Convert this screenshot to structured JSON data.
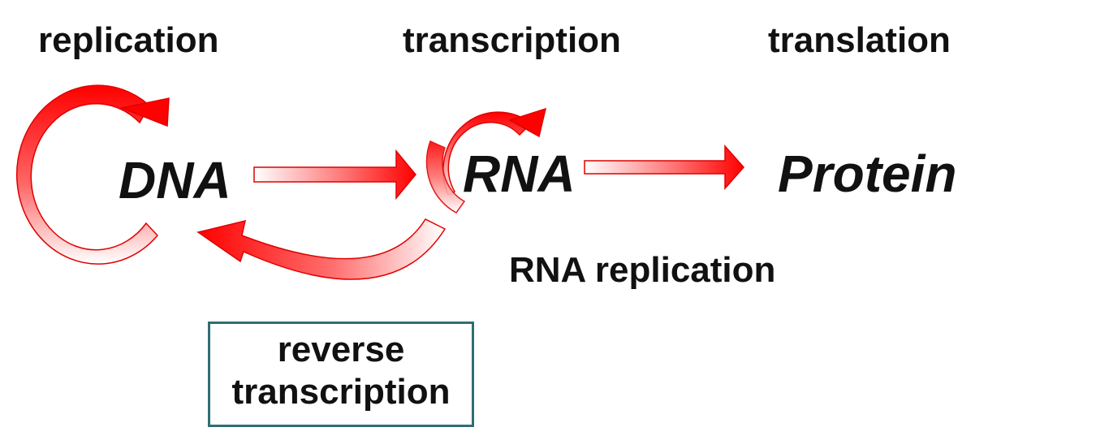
{
  "processes": {
    "replication": "replication",
    "transcription": "transcription",
    "translation": "translation",
    "rna_replication": "RNA replication",
    "reverse_transcription_line1": "reverse",
    "reverse_transcription_line2": "transcription"
  },
  "molecules": {
    "dna": "DNA",
    "rna": "RNA",
    "protein": "Protein"
  },
  "colors": {
    "arrow_red": "#ff0000",
    "arrow_light": "#ffffff",
    "box_border": "#2f6e73",
    "text": "#111111"
  }
}
